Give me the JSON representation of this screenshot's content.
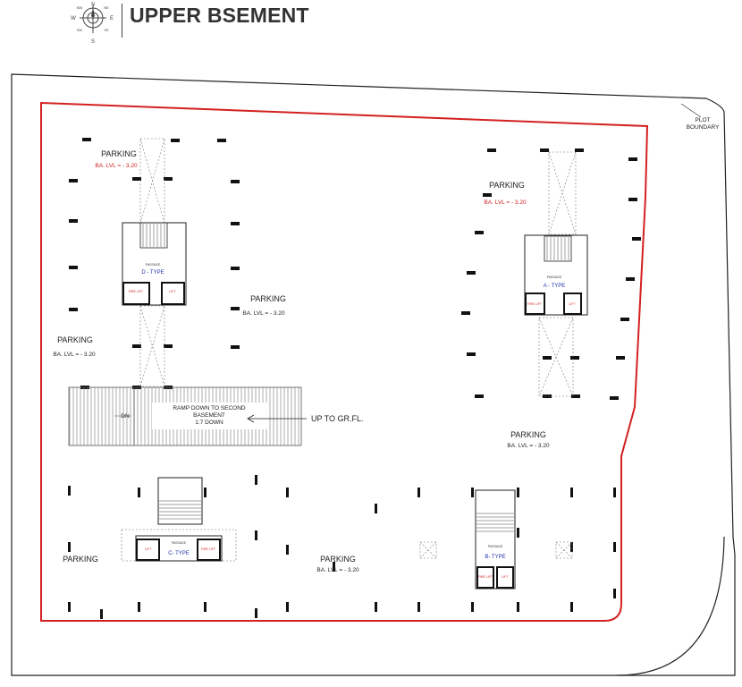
{
  "title": "UPPER BSEMENT",
  "compass": {
    "n": "N",
    "s": "S",
    "e": "E",
    "w": "W",
    "nw": "NW",
    "ne": "NE",
    "sw": "SW",
    "se": "SE"
  },
  "plot_boundary": [
    "PLOT",
    "BOUNDARY"
  ],
  "zones": [
    {
      "name": "PARKING",
      "level": "BA. LVL = - 3.20",
      "level_red": true
    },
    {
      "name": "PARKING",
      "level": "BA. LVL = - 3.20",
      "level_red": false
    },
    {
      "name": "PARKING",
      "level": "BA. LVL = - 3.20",
      "level_red": false
    },
    {
      "name": "PARKING",
      "level": "BA. LVL = - 3.20",
      "level_red": true
    },
    {
      "name": "PARKING",
      "level": "BA. LVL = - 3.20",
      "level_red": false
    },
    {
      "name": "PARKING",
      "level": "",
      "level_red": false
    },
    {
      "name": "PARKING",
      "level": "BA. LVL = - 3.20",
      "level_red": false
    }
  ],
  "ramp": {
    "dn": "DN",
    "lines": [
      "RAMP DOWN TO SECOND",
      "BASEMENT",
      "1:7 DOWN"
    ],
    "arrow_label": "UP TO GR.FL."
  },
  "cores": [
    {
      "type": "D - TYPE",
      "passage": "PASSAGE",
      "fire_lift": "FIRE LIFT",
      "lift": "LIFT"
    },
    {
      "type": "A - TYPE",
      "passage": "PASSAGE",
      "fire_lift": "FIRE LIFT",
      "lift": "LIFT"
    },
    {
      "type": "C- TYPE",
      "passage": "PASSAGE",
      "fire_lift": "FIRE LIFT",
      "lift": "LIFT"
    },
    {
      "type": "B- TYPE",
      "passage": "PASSAGE",
      "fire_lift": "FIRE LIFT",
      "lift": "LIFT"
    }
  ],
  "colors": {
    "boundary_red": "#d42020",
    "line": "#222222",
    "level_red": "#d42020",
    "core_blue": "#2233aa"
  }
}
